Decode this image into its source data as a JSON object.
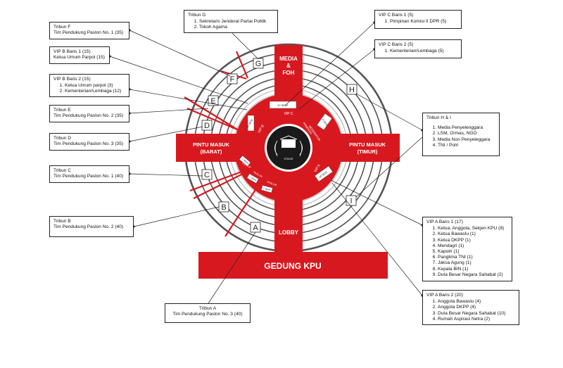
{
  "zones": {
    "media": [
      "MEDIA",
      "&",
      "FOH"
    ],
    "west_gate": [
      "PINTU MASUK",
      "(BARAT)"
    ],
    "east_gate": [
      "PINTU MASUK",
      "(TIMUR)"
    ],
    "lobby": "LOBBY",
    "building": "GEDUNG KPU",
    "stage": "STAGE"
  },
  "tribune_letters": [
    "A",
    "B",
    "C",
    "D",
    "E",
    "F",
    "G",
    "H",
    "I"
  ],
  "inner_labels": {
    "seat10": "10 SEAT",
    "vip_c": "VIP C",
    "vip_b": "VIP B",
    "vip_a": "VIP A",
    "pameran": "PAMERAN",
    "moderator": "MODERATOR",
    "seat30_left": "30 SEAT",
    "seat30_right": "30 SEAT",
    "seat8": "8 SEAT",
    "paslon1": "PASLON",
    "paslon2": "PASLON",
    "paslon3": "PASLON",
    "seat_a": "7 SEAT",
    "seat_b": "7 SEAT",
    "seat_c": "7 SEAT"
  },
  "callouts": {
    "tribun_g": {
      "title": "Tribun G",
      "items": [
        "Sekretaris Jenderal Partai Politik",
        "Tokoh Agama"
      ]
    },
    "vip_c1": {
      "title": "VIP C Baris 1 (5)",
      "items": [
        "Pimpinan Komisi II DPR (5)"
      ]
    },
    "vip_c2": {
      "title": "VIP C Baris 2 (5)",
      "items": [
        "Kementerian/Lembaga (5)"
      ]
    },
    "tribun_f": {
      "title": "Tribun F",
      "lines": [
        "Tim Pendukung Paslon No. 1 (35)"
      ]
    },
    "vip_b1": {
      "title": "VIP B Baris 1 (15)",
      "lines": [
        "Ketua Umum Parpol (15)"
      ]
    },
    "vip_b2": {
      "title": "VIP B Baris 2 (15)",
      "items": [
        "Ketua Umum parpol (3)",
        "Kementerian/Lembaga (12)"
      ]
    },
    "tribun_e": {
      "title": "Tribun E",
      "lines": [
        "Tim Pendukung Paslon No. 2 (35)"
      ]
    },
    "tribun_d": {
      "title": "Tribun D",
      "lines": [
        "Tim Pendukung Paslon No. 3 (35)"
      ]
    },
    "tribun_c": {
      "title": "Tribun C",
      "lines": [
        "Tim Pendukung Paslon No. 1 (40)"
      ]
    },
    "tribun_b": {
      "title": "Tribun B",
      "lines": [
        "Tim Pendukung Paslon No. 2 (40)"
      ]
    },
    "tribun_a": {
      "title": "Tribun A",
      "lines": [
        "Tim Pendukung Paslon No. 3 (40)"
      ]
    },
    "tribun_hi": {
      "title": "Tribun H & I",
      "items": [
        "Media Penyelenggara",
        "LSM, Ormas, NGO",
        "Media Non Penyeleggara",
        "TNI / Polri"
      ]
    },
    "vip_a1": {
      "title": "VIP A Baris 1 (17)",
      "items": [
        "Ketua, Anggota, Sekjen KPU (8)",
        "Ketua Bawaslu (1)",
        "Ketua DKPP (1)",
        "Mendagri (1)",
        "Kapolri (1)",
        "Panglima TNI (1)",
        "Jaksa Agung (1)",
        "Kepala BIN (1)",
        "Duta Besar Negara Sahabat (2)"
      ]
    },
    "vip_a2": {
      "title": "VIP A Baris 2 (20)",
      "items": [
        "Anggota Bawaslu (4)",
        "Anggota DKPP (4)",
        "Duta Besar Negara Sahabat (10)",
        "Rumah Aspirasi Netra (2)"
      ]
    }
  },
  "colors": {
    "accent": "#d7191f",
    "ring": "#555555",
    "ring_inner": "#aaaaaa",
    "stage": "#1a1a1a"
  }
}
